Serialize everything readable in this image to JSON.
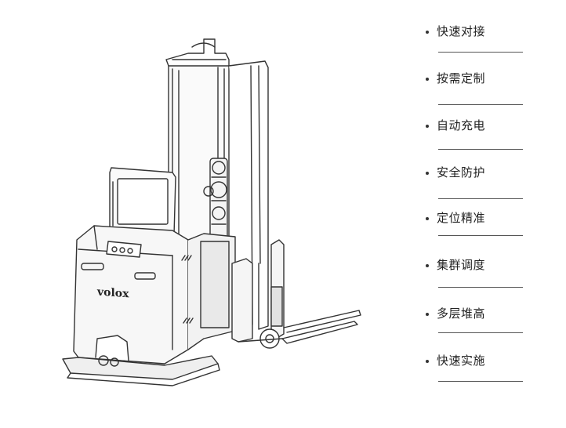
{
  "product": {
    "brand_mark": "volox"
  },
  "features": [
    {
      "label": "快速对接"
    },
    {
      "label": "按需定制"
    },
    {
      "label": "自动充电"
    },
    {
      "label": "安全防护"
    },
    {
      "label": "定位精准"
    },
    {
      "label": "集群调度"
    },
    {
      "label": "多层堆高"
    },
    {
      "label": "快速实施"
    }
  ]
}
